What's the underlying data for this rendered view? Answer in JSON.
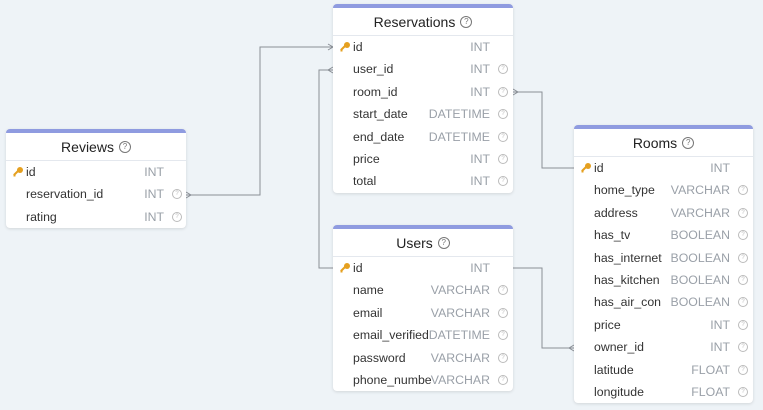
{
  "tables": {
    "reservations": {
      "title": "Reservations",
      "columns": [
        {
          "name": "id",
          "type": "INT",
          "pk": true
        },
        {
          "name": "user_id",
          "type": "INT"
        },
        {
          "name": "room_id",
          "type": "INT"
        },
        {
          "name": "start_date",
          "type": "DATETIME"
        },
        {
          "name": "end_date",
          "type": "DATETIME"
        },
        {
          "name": "price",
          "type": "INT"
        },
        {
          "name": "total",
          "type": "INT"
        }
      ]
    },
    "reviews": {
      "title": "Reviews",
      "columns": [
        {
          "name": "id",
          "type": "INT",
          "pk": true
        },
        {
          "name": "reservation_id",
          "type": "INT"
        },
        {
          "name": "rating",
          "type": "INT"
        }
      ]
    },
    "users": {
      "title": "Users",
      "columns": [
        {
          "name": "id",
          "type": "INT",
          "pk": true
        },
        {
          "name": "name",
          "type": "VARCHAR"
        },
        {
          "name": "email",
          "type": "VARCHAR"
        },
        {
          "name": "email_verified",
          "type": "DATETIME"
        },
        {
          "name": "password",
          "type": "VARCHAR"
        },
        {
          "name": "phone_numbe",
          "type": "VARCHAR"
        }
      ]
    },
    "rooms": {
      "title": "Rooms",
      "columns": [
        {
          "name": "id",
          "type": "INT",
          "pk": true
        },
        {
          "name": "home_type",
          "type": "VARCHAR"
        },
        {
          "name": "address",
          "type": "VARCHAR"
        },
        {
          "name": "has_tv",
          "type": "BOOLEAN"
        },
        {
          "name": "has_internet",
          "type": "BOOLEAN"
        },
        {
          "name": "has_kitchen",
          "type": "BOOLEAN"
        },
        {
          "name": "has_air_con",
          "type": "BOOLEAN"
        },
        {
          "name": "price",
          "type": "INT"
        },
        {
          "name": "owner_id",
          "type": "INT"
        },
        {
          "name": "latitude",
          "type": "FLOAT"
        },
        {
          "name": "longitude",
          "type": "FLOAT"
        }
      ]
    }
  },
  "colors": {
    "header_accent": "#8f9be0",
    "key_icon": "#e5a020",
    "wire": "#8a8f96"
  }
}
